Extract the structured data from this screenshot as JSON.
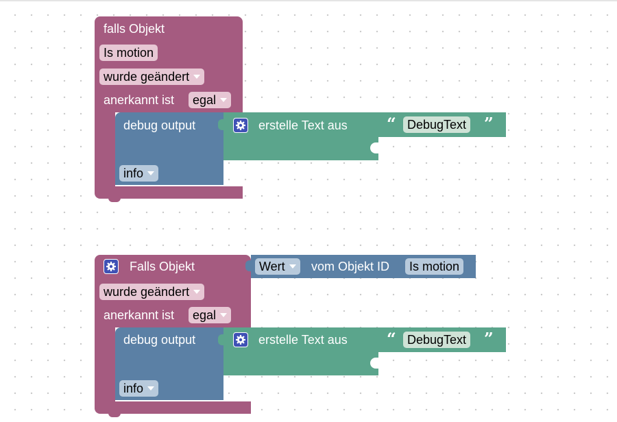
{
  "colors": {
    "event_block": "#a55b80",
    "debug_block": "#5b80a5",
    "text_block": "#5ba58c",
    "pill_pink": "#e7c7d4",
    "pill_blue": "#b8cadc",
    "gear": "#3f51b5"
  },
  "block1": {
    "title": "falls Objekt",
    "object_id": "Is motion",
    "trigger": "wurde geändert",
    "ack_label": "anerkannt ist",
    "ack_value": "egal",
    "debug": {
      "label": "debug output",
      "level": "info",
      "text_join_label": "erstelle Text aus",
      "text_value": "DebugText"
    }
  },
  "block2": {
    "title": "Falls Objekt",
    "value_getter": {
      "attribute": "Wert",
      "from_label": "vom Objekt ID",
      "object_id": "Is motion"
    },
    "trigger": "wurde geändert",
    "ack_label": "anerkannt ist",
    "ack_value": "egal",
    "debug": {
      "label": "debug output",
      "level": "info",
      "text_join_label": "erstelle Text aus",
      "text_value": "DebugText"
    }
  },
  "icons": {
    "gear": "gear-icon",
    "dropdown": "chevron-down-icon",
    "open_quote": "“",
    "close_quote": "”"
  }
}
